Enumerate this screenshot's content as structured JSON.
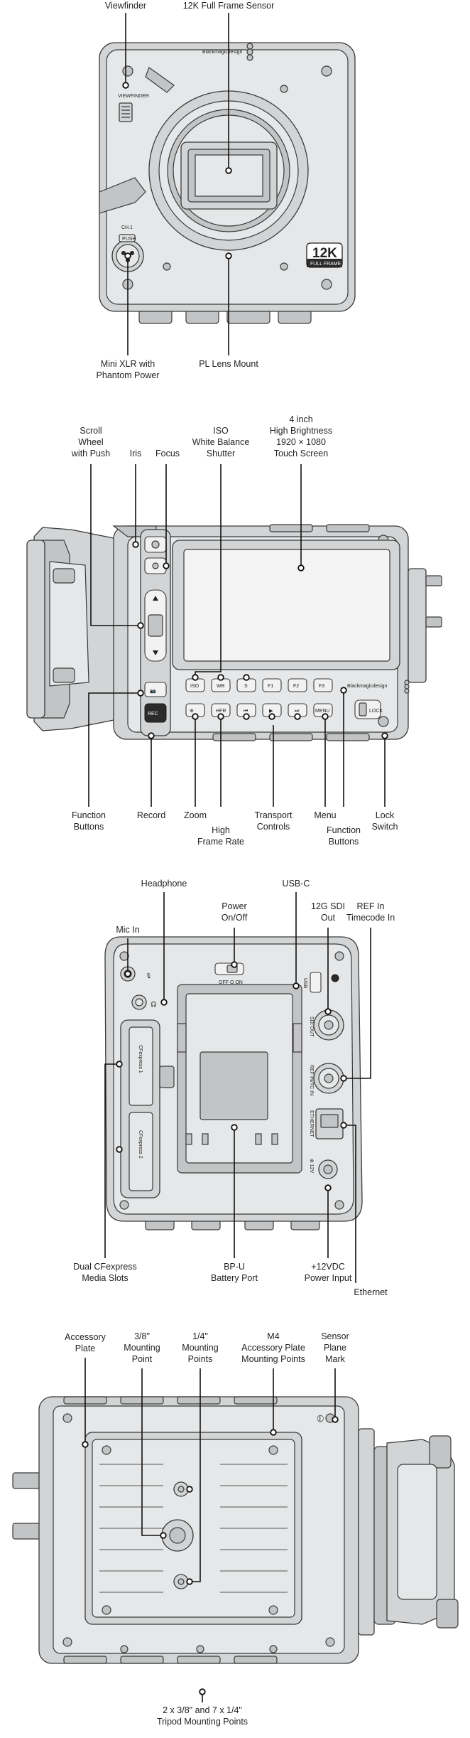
{
  "figure1": {
    "labels": {
      "viewfinder": "Viewfinder",
      "sensor": "12K Full Frame Sensor",
      "mini_xlr": [
        "Mini XLR with",
        "Phantom Power"
      ],
      "pl_mount": "PL Lens Mount"
    },
    "markings": {
      "brand": "Blackmagicdesign",
      "viewfinder": "VIEWFINDER",
      "ch1": "CH.1",
      "push": "PUSH",
      "badge_main": "12K",
      "badge_sub": "FULL FRAME"
    }
  },
  "figure2": {
    "labels": {
      "scroll_wheel": [
        "Scroll",
        "Wheel",
        "with Push"
      ],
      "iris": "Iris",
      "focus": "Focus",
      "iso_wb_shutter": [
        "ISO",
        "White Balance",
        "Shutter"
      ],
      "touch_screen": [
        "4 inch",
        "High Brightness",
        "1920 × 1080",
        "Touch Screen"
      ],
      "function_buttons_left": [
        "Function",
        "Buttons"
      ],
      "record": "Record",
      "zoom": "Zoom",
      "hfr": [
        "High",
        "Frame Rate"
      ],
      "transport": [
        "Transport",
        "Controls"
      ],
      "menu": "Menu",
      "function_buttons_right": [
        "Function",
        "Buttons"
      ],
      "lock_switch": [
        "Lock",
        "Switch"
      ]
    },
    "buttons": {
      "iso": "ISO",
      "wb": "WB",
      "s": "S",
      "f1": "F1",
      "f2": "F2",
      "f3": "F3",
      "hfr": "HFR",
      "menu": "MENU",
      "rec": "REC",
      "lock": "LOCK"
    },
    "brand": "Blackmagicdesign"
  },
  "figure3": {
    "labels": {
      "headphone": "Headphone",
      "mic_in": "Mic In",
      "power": [
        "Power",
        "On/Off"
      ],
      "usb_c": "USB-C",
      "sdi_out": [
        "12G SDI",
        "Out"
      ],
      "ref_in": [
        "REF In",
        "Timecode In"
      ],
      "cfexpress": [
        "Dual CFexpress",
        "Media Slots"
      ],
      "battery": [
        "BP-U",
        "Battery Port"
      ],
      "power_input": [
        "+12VDC",
        "Power Input"
      ],
      "ethernet": "Ethernet"
    },
    "markings": {
      "off_on": "OFF  O  ON",
      "usb": "USB",
      "sdi_out": "SDI OUT",
      "ref_in": "REF IN/TC IN",
      "ethernet": "ETHERNET",
      "v12": "⊕ 12V",
      "cf1": "CFexpress 1",
      "cf2": "CFexpress 2"
    }
  },
  "figure4": {
    "labels": {
      "accessory_plate": [
        "Accessory",
        "Plate"
      ],
      "mount_38": [
        "3/8\"",
        "Mounting",
        "Point"
      ],
      "mount_14": [
        "1/4\"",
        "Mounting",
        "Points"
      ],
      "m4": [
        "M4",
        "Accessory Plate",
        "Mounting Points"
      ],
      "sensor_plane": [
        "Sensor",
        "Plane",
        "Mark"
      ],
      "tripod": [
        "2 x 3/8\" and 7 x 1/4\"",
        "Tripod Mounting Points"
      ]
    }
  }
}
